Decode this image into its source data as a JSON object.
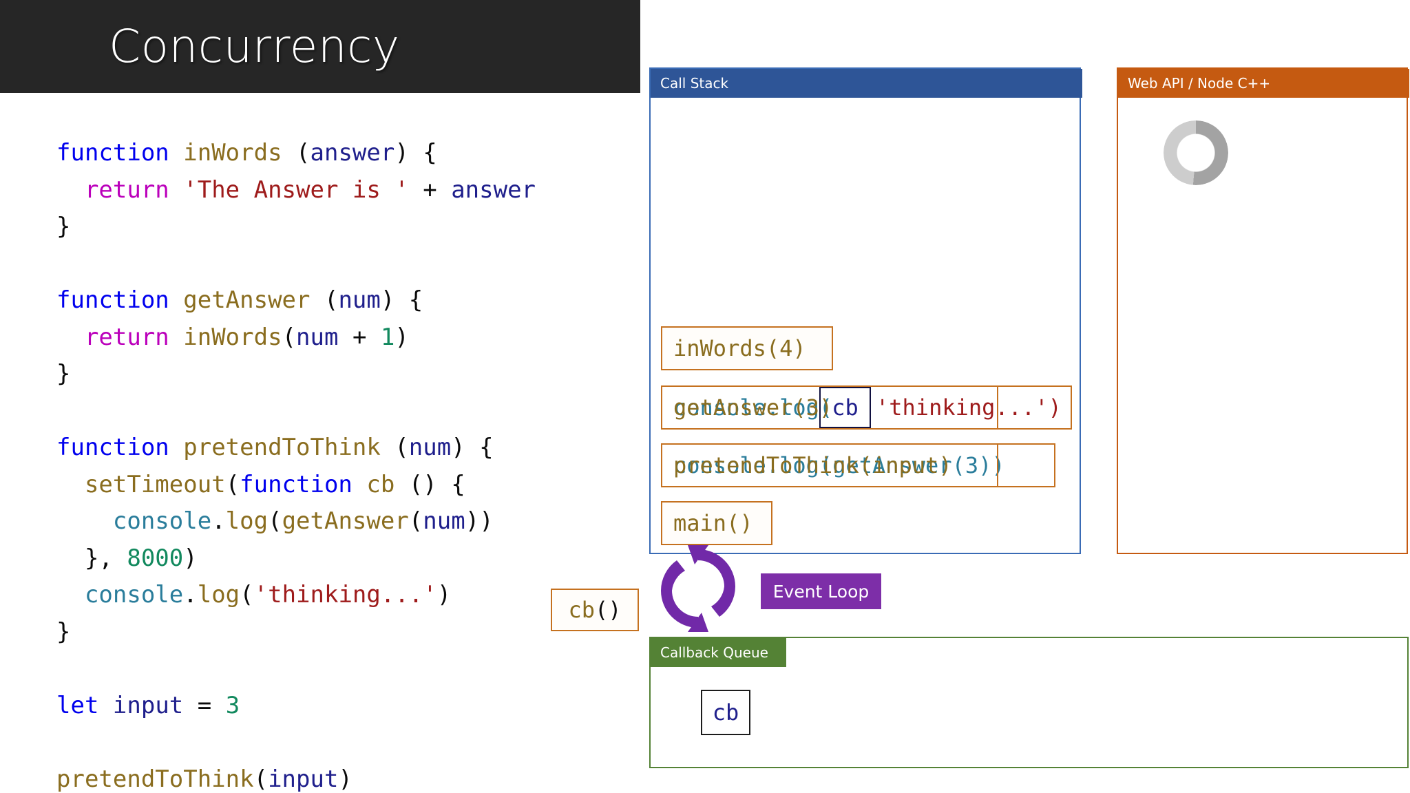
{
  "slide": {
    "title": "Concurrency"
  },
  "code": {
    "lines": [
      [
        {
          "t": "function",
          "c": "kw"
        },
        {
          "t": " ",
          "c": "pl"
        },
        {
          "t": "inWords",
          "c": "fn"
        },
        {
          "t": " (",
          "c": "pl"
        },
        {
          "t": "answer",
          "c": "var"
        },
        {
          "t": ") {",
          "c": "pl"
        }
      ],
      [
        {
          "t": "  ",
          "c": "pl"
        },
        {
          "t": "return",
          "c": "ret"
        },
        {
          "t": " ",
          "c": "pl"
        },
        {
          "t": "'The Answer is '",
          "c": "str"
        },
        {
          "t": " + ",
          "c": "pl"
        },
        {
          "t": "answer",
          "c": "var"
        }
      ],
      [
        {
          "t": "}",
          "c": "pl"
        }
      ],
      [
        {
          "t": " ",
          "c": "pl"
        }
      ],
      [
        {
          "t": "function",
          "c": "kw"
        },
        {
          "t": " ",
          "c": "pl"
        },
        {
          "t": "getAnswer",
          "c": "fn"
        },
        {
          "t": " (",
          "c": "pl"
        },
        {
          "t": "num",
          "c": "var"
        },
        {
          "t": ") {",
          "c": "pl"
        }
      ],
      [
        {
          "t": "  ",
          "c": "pl"
        },
        {
          "t": "return",
          "c": "ret"
        },
        {
          "t": " ",
          "c": "pl"
        },
        {
          "t": "inWords",
          "c": "fn"
        },
        {
          "t": "(",
          "c": "pl"
        },
        {
          "t": "num",
          "c": "var"
        },
        {
          "t": " + ",
          "c": "pl"
        },
        {
          "t": "1",
          "c": "num"
        },
        {
          "t": ")",
          "c": "pl"
        }
      ],
      [
        {
          "t": "}",
          "c": "pl"
        }
      ],
      [
        {
          "t": " ",
          "c": "pl"
        }
      ],
      [
        {
          "t": "function",
          "c": "kw"
        },
        {
          "t": " ",
          "c": "pl"
        },
        {
          "t": "pretendToThink",
          "c": "fn"
        },
        {
          "t": " (",
          "c": "pl"
        },
        {
          "t": "num",
          "c": "var"
        },
        {
          "t": ") {",
          "c": "pl"
        }
      ],
      [
        {
          "t": "  ",
          "c": "pl"
        },
        {
          "t": "setTimeout",
          "c": "fn"
        },
        {
          "t": "(",
          "c": "pl"
        },
        {
          "t": "function",
          "c": "kw"
        },
        {
          "t": " ",
          "c": "pl"
        },
        {
          "t": "cb",
          "c": "fn"
        },
        {
          "t": " () {",
          "c": "pl"
        }
      ],
      [
        {
          "t": "    ",
          "c": "pl"
        },
        {
          "t": "console",
          "c": "obj"
        },
        {
          "t": ".",
          "c": "pl"
        },
        {
          "t": "log",
          "c": "fn"
        },
        {
          "t": "(",
          "c": "pl"
        },
        {
          "t": "getAnswer",
          "c": "fn"
        },
        {
          "t": "(",
          "c": "pl"
        },
        {
          "t": "num",
          "c": "var"
        },
        {
          "t": "))",
          "c": "pl"
        }
      ],
      [
        {
          "t": "  }, ",
          "c": "pl"
        },
        {
          "t": "8000",
          "c": "num"
        },
        {
          "t": ")",
          "c": "pl"
        }
      ],
      [
        {
          "t": "  ",
          "c": "pl"
        },
        {
          "t": "console",
          "c": "obj"
        },
        {
          "t": ".",
          "c": "pl"
        },
        {
          "t": "log",
          "c": "fn"
        },
        {
          "t": "(",
          "c": "pl"
        },
        {
          "t": "'thinking...'",
          "c": "str"
        },
        {
          "t": ")",
          "c": "pl"
        }
      ],
      [
        {
          "t": "}",
          "c": "pl"
        }
      ],
      [
        {
          "t": " ",
          "c": "pl"
        }
      ],
      [
        {
          "t": "let",
          "c": "kw"
        },
        {
          "t": " ",
          "c": "pl"
        },
        {
          "t": "input",
          "c": "var"
        },
        {
          "t": " = ",
          "c": "pl"
        },
        {
          "t": "3",
          "c": "num"
        }
      ],
      [
        {
          "t": " ",
          "c": "pl"
        }
      ],
      [
        {
          "t": "pretendToThink",
          "c": "fn"
        },
        {
          "t": "(",
          "c": "pl"
        },
        {
          "t": "input",
          "c": "var"
        },
        {
          "t": ")",
          "c": "pl"
        }
      ]
    ]
  },
  "diagram": {
    "call_stack": {
      "header": "Call Stack",
      "header_color": "#2E5597",
      "border_color": "#3A6BB5",
      "frames": [
        {
          "label": "inWords(4)",
          "name": "stack-frame-inwords"
        },
        {
          "label": "getAnswer(3)",
          "name": "stack-frame-getanswer"
        },
        {
          "label": "console.log(",
          "name": "stack-frame-consolelog-thinking"
        },
        {
          "label": "'thinking...')",
          "name": "stack-frame-thinking-arg"
        },
        {
          "label": "pretendToThink(input)",
          "name": "stack-frame-pretendtothink"
        },
        {
          "label": "console.log(getAnswer(3))",
          "name": "stack-frame-consolelog-getanswer"
        },
        {
          "label": "main()",
          "name": "stack-frame-main"
        }
      ],
      "inline_cb_label": "cb"
    },
    "web_api": {
      "header": "Web API / Node C++",
      "header_color": "#C55A11",
      "border_color": "#C55A11",
      "spinner_label": "timer-spinner"
    },
    "event_loop": {
      "label": "Event Loop",
      "badge_color": "#7D2EA8"
    },
    "callback_queue": {
      "header": "Callback Queue",
      "header_color": "#548235",
      "border_color": "#548235",
      "items": [
        {
          "label": "cb"
        }
      ]
    },
    "pending_callback": {
      "name_part": "cb",
      "paren_part": "()"
    }
  }
}
